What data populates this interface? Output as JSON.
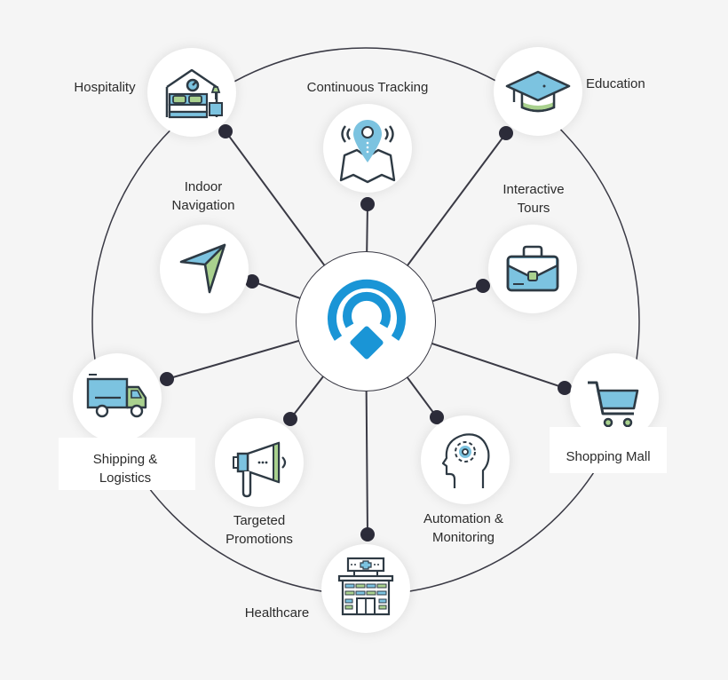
{
  "diagram": {
    "colors": {
      "background": "#f5f5f5",
      "line": "#3a3a45",
      "dot": "#2c2c3a",
      "hub_blue": "#1a95d6",
      "icon_blue": "#7cc3e0",
      "icon_green": "#a9d18e",
      "icon_outline": "#2e3a44"
    },
    "hub": {
      "icon": "beacon-signal-icon"
    },
    "nodes": [
      {
        "id": "hospitality",
        "label": "Hospitality",
        "icon": "hotel-bed-icon"
      },
      {
        "id": "continuous-tracking",
        "label": "Continuous Tracking",
        "icon": "map-pin-signal-icon"
      },
      {
        "id": "education",
        "label": "Education",
        "icon": "graduation-cap-icon"
      },
      {
        "id": "indoor-navigation",
        "label_line1": "Indoor",
        "label_line2": "Navigation",
        "icon": "navigation-arrow-icon"
      },
      {
        "id": "interactive-tours",
        "label_line1": "Interactive",
        "label_line2": "Tours",
        "icon": "briefcase-icon"
      },
      {
        "id": "shipping-logistics",
        "label_line1": "Shipping &",
        "label_line2": "Logistics",
        "icon": "delivery-truck-icon"
      },
      {
        "id": "shopping-mall",
        "label": "Shopping Mall",
        "icon": "shopping-cart-icon"
      },
      {
        "id": "targeted-promotions",
        "label_line1": "Targeted",
        "label_line2": "Promotions",
        "icon": "megaphone-icon"
      },
      {
        "id": "automation-monitoring",
        "label_line1": "Automation &",
        "label_line2": "Monitoring",
        "icon": "head-gear-icon"
      },
      {
        "id": "healthcare",
        "label": "Healthcare",
        "icon": "hospital-building-icon"
      }
    ]
  }
}
